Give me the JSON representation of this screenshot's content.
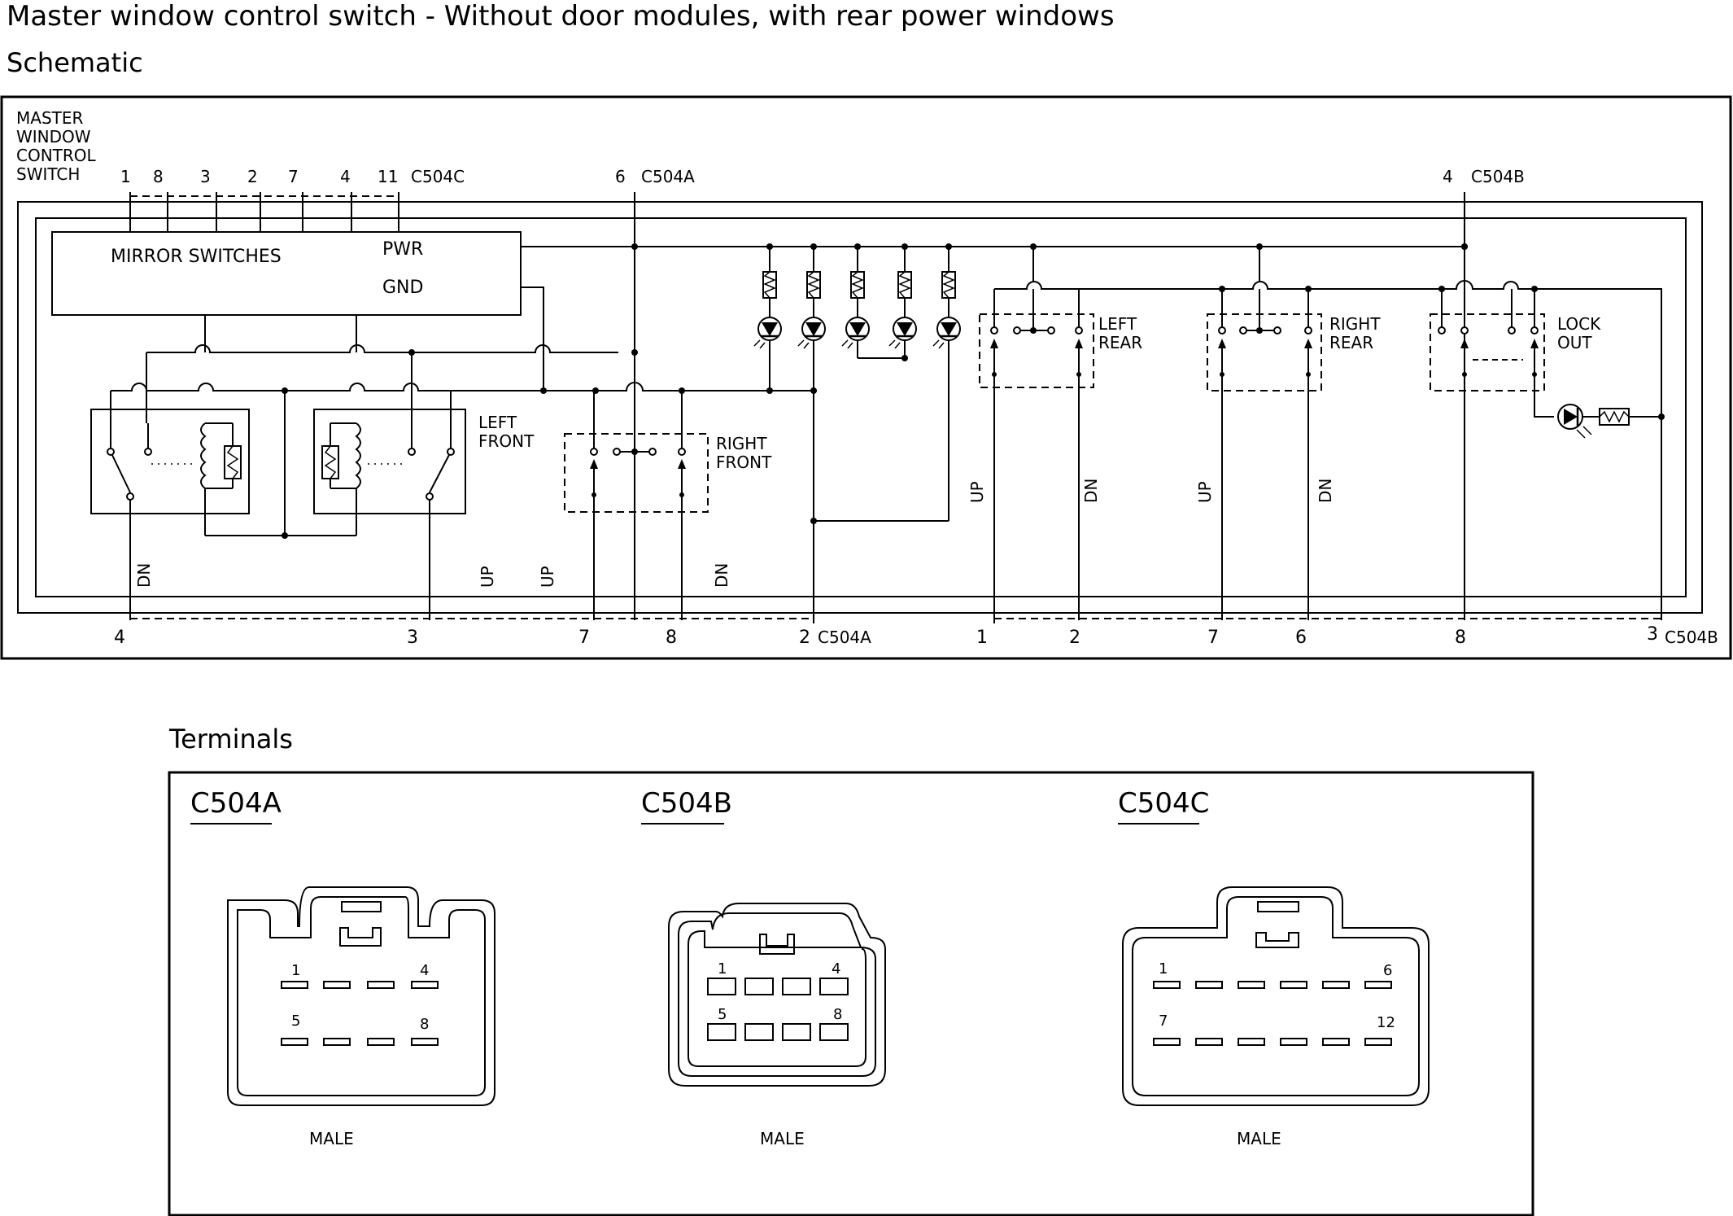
{
  "title": "Master window control switch - Without door modules, with rear power windows",
  "sections": {
    "schematic": "Schematic",
    "terminals": "Terminals"
  },
  "schematic": {
    "component_label": [
      "MASTER",
      "WINDOW",
      "CONTROL",
      "SWITCH"
    ],
    "mirror_switches": "MIRROR SWITCHES",
    "pwr": "PWR",
    "gnd": "GND",
    "top_pins_c504c": [
      "1",
      "8",
      "3",
      "2",
      "7",
      "4",
      "11"
    ],
    "c504c": "C504C",
    "c504a_top_pin": "6",
    "c504a": "C504A",
    "c504b_top_pin": "4",
    "c504b": "C504B",
    "switch_labels": {
      "left_front": [
        "LEFT",
        "FRONT"
      ],
      "right_front": [
        "RIGHT",
        "FRONT"
      ],
      "left_rear": [
        "LEFT",
        "REAR"
      ],
      "right_rear": [
        "RIGHT",
        "REAR"
      ],
      "lock_out": [
        "LOCK",
        "OUT"
      ]
    },
    "wire_labels": {
      "dn": "DN",
      "up": "UP"
    },
    "bottom_pins_c504a": [
      "4",
      "3",
      "7",
      "8",
      "2"
    ],
    "bottom_pins_c504b": [
      "1",
      "2",
      "7",
      "6",
      "8",
      "3"
    ]
  },
  "terminals": [
    {
      "name": "C504A",
      "gender": "MALE",
      "pins": [
        "1",
        "4",
        "5",
        "8"
      ]
    },
    {
      "name": "C504B",
      "gender": "MALE",
      "pins": [
        "1",
        "4",
        "5",
        "8"
      ]
    },
    {
      "name": "C504C",
      "gender": "MALE",
      "pins": [
        "1",
        "6",
        "7",
        "12"
      ]
    }
  ]
}
